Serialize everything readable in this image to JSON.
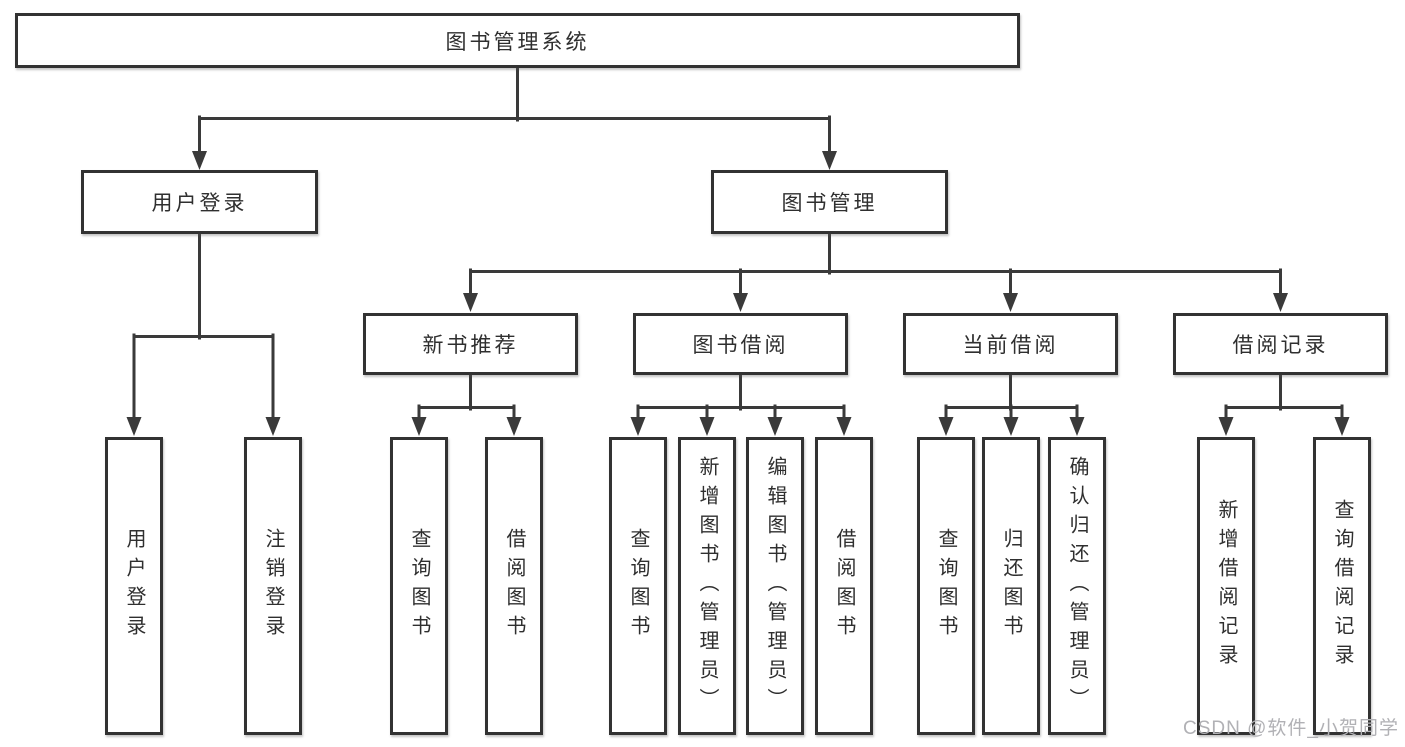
{
  "root": {
    "label": "图书管理系统"
  },
  "branches": [
    {
      "label": "用户登录",
      "children": [
        {
          "label": "用户登录"
        },
        {
          "label": "注销登录"
        }
      ]
    },
    {
      "label": "图书管理",
      "children": [
        {
          "label": "新书推荐",
          "children": [
            {
              "label": "查询图书"
            },
            {
              "label": "借阅图书"
            }
          ]
        },
        {
          "label": "图书借阅",
          "children": [
            {
              "label": "查询图书"
            },
            {
              "label": "新增图书（管理员）"
            },
            {
              "label": "编辑图书（管理员）"
            },
            {
              "label": "借阅图书"
            }
          ]
        },
        {
          "label": "当前借阅",
          "children": [
            {
              "label": "查询图书"
            },
            {
              "label": "归还图书"
            },
            {
              "label": "确认归还（管理员）"
            }
          ]
        },
        {
          "label": "借阅记录",
          "children": [
            {
              "label": "新增借阅记录"
            },
            {
              "label": "查询借阅记录"
            }
          ]
        }
      ]
    }
  ],
  "watermark": {
    "text": "CSDN @软件_小贺同学"
  },
  "colors": {
    "line": "#3a3a3a",
    "border": "#323232",
    "text": "#2f2f2f",
    "background": "#ffffff",
    "watermark": "#b1b1b5"
  }
}
